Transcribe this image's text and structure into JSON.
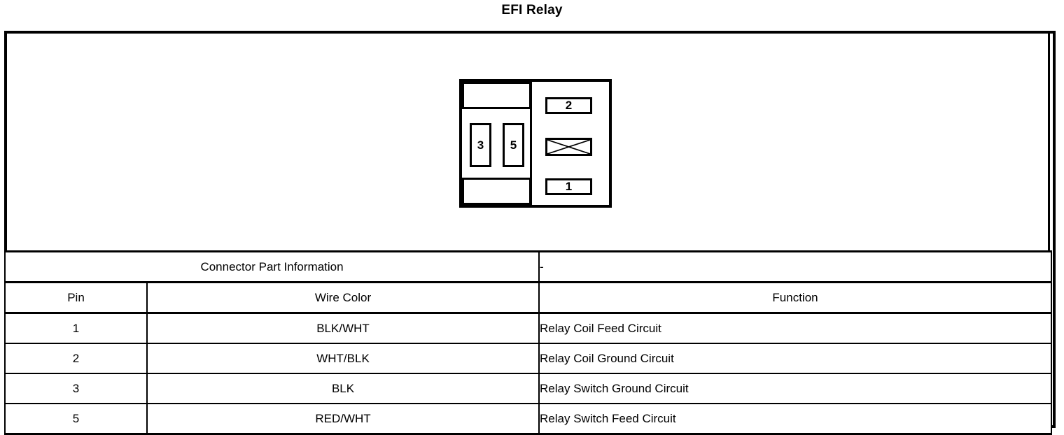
{
  "title": "EFI Relay",
  "connector_diagram": {
    "name": "relay-connector-pinout",
    "left_cavities": [
      {
        "label": "3"
      },
      {
        "label": "5"
      }
    ],
    "right_cavities": [
      {
        "label": "2"
      },
      {
        "label": "",
        "icon": "crossed-box-icon"
      },
      {
        "label": "1"
      }
    ]
  },
  "table": {
    "connector_part_information_label": "Connector Part Information",
    "connector_part_information_value": "-",
    "columns": [
      "Pin",
      "Wire Color",
      "Function"
    ],
    "rows": [
      {
        "pin": "1",
        "wire_color": "BLK/WHT",
        "function": "Relay Coil Feed Circuit"
      },
      {
        "pin": "2",
        "wire_color": "WHT/BLK",
        "function": "Relay Coil Ground Circuit"
      },
      {
        "pin": "3",
        "wire_color": "BLK",
        "function": "Relay Switch Ground Circuit"
      },
      {
        "pin": "5",
        "wire_color": "RED/WHT",
        "function": "Relay Switch Feed Circuit"
      }
    ]
  },
  "colors": {
    "line": "#000000",
    "background": "#ffffff"
  }
}
